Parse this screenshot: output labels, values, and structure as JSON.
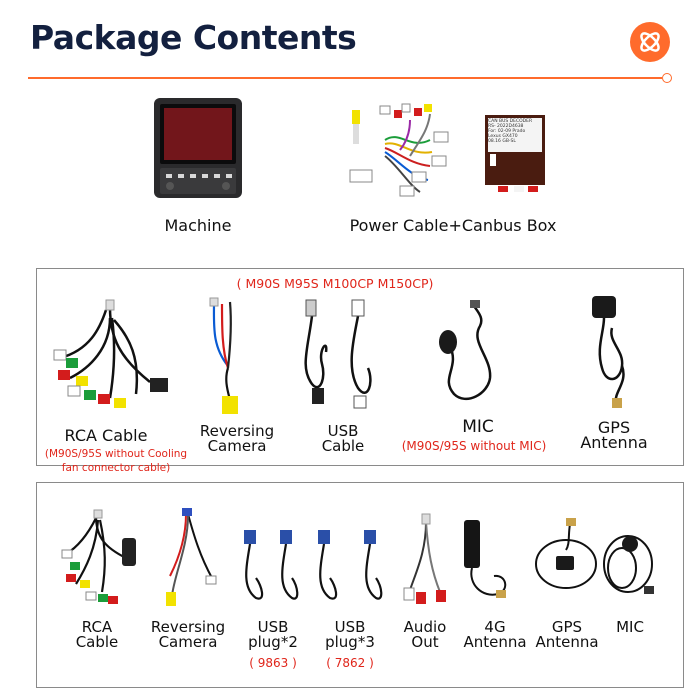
{
  "header": {
    "title": "Package Contents"
  },
  "top": {
    "machine_label": "Machine",
    "power_label": "Power Cable+Canbus Box",
    "canbus_box_text": [
      "CAN BUS DECODER",
      "RS-",
      "2022D4638",
      "For: 02-09 Prado",
      "Lexus GX470",
      "08.16",
      "GB-SL"
    ]
  },
  "box1": {
    "models": "( M90S M95S M100CP M150CP)",
    "items": {
      "rca": "RCA Cable",
      "rca_note_1": "(M90S/95S without Cooling",
      "rca_note_2": "fan connector cable)",
      "reversing_1": "Reversing",
      "reversing_2": "Camera",
      "usb_1": "USB",
      "usb_2": "Cable",
      "mic": "MIC",
      "mic_note": "(M90S/95S without MIC)",
      "gps_1": "GPS",
      "gps_2": "Antenna"
    }
  },
  "box2": {
    "items": {
      "rca_1": "RCA",
      "rca_2": "Cable",
      "reversing_1": "Reversing",
      "reversing_2": "Camera",
      "usb2_1": "USB",
      "usb2_2": "plug*2",
      "usb2_code": "( 9863 )",
      "usb3_1": "USB",
      "usb3_2": "plug*3",
      "usb3_code": "( 7862 )",
      "audio_1": "Audio",
      "audio_2": "Out",
      "ant4g_1": "4G",
      "ant4g_2": "Antenna",
      "gps_1": "GPS",
      "gps_2": "Antenna",
      "mic": "MIC"
    }
  },
  "colors": {
    "title": "#13203f",
    "accent": "#ff6b2c",
    "note_red": "#e0261b",
    "box_border": "#8a8a8a"
  }
}
